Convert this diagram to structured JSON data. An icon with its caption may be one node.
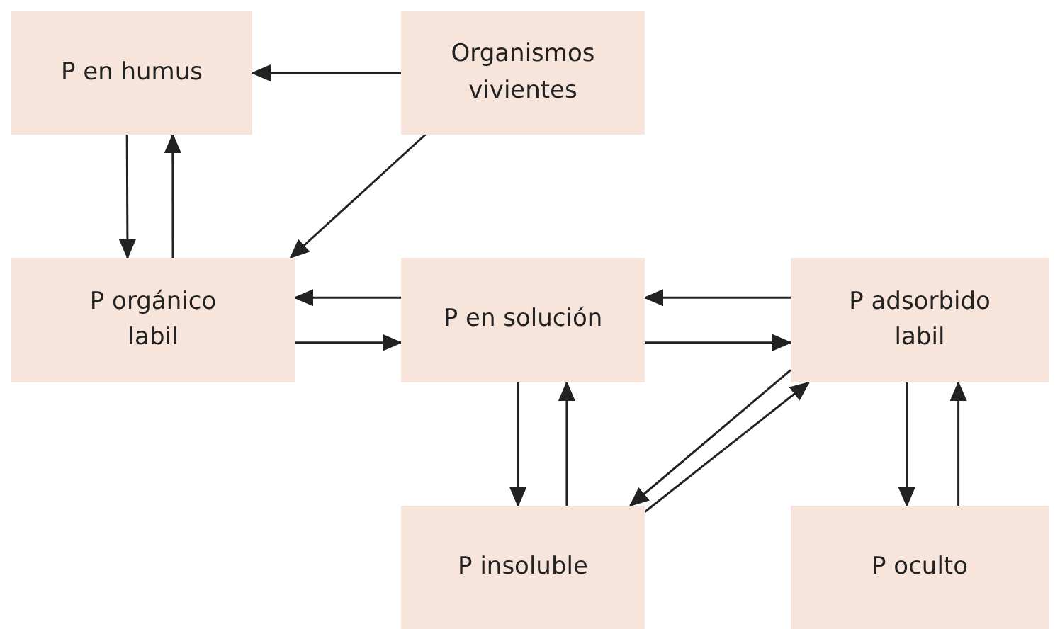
{
  "diagram": {
    "nodes": [
      {
        "text": [
          "P en humus"
        ]
      },
      {
        "text": [
          "Organismos vivientes"
        ]
      },
      {
        "text": [
          "P orgánico labil"
        ]
      },
      {
        "text": [
          "P en solución"
        ]
      },
      {
        "text": [
          "P adsorbido labil"
        ]
      },
      {
        "text": [
          "P insoluble"
        ]
      },
      {
        "text": [
          "P oculto"
        ]
      }
    ],
    "edges": [
      {
        "from": 1,
        "to": 0,
        "arrow": "to"
      },
      {
        "from": 0,
        "to": 2,
        "arrow": "to"
      },
      {
        "from": 2,
        "to": 0,
        "arrow": "to"
      },
      {
        "from": 1,
        "to": 2,
        "arrow": "to"
      },
      {
        "from": 3,
        "to": 2,
        "arrow": "to"
      },
      {
        "from": 2,
        "to": 3,
        "arrow": "to"
      },
      {
        "from": 4,
        "to": 3,
        "arrow": "to"
      },
      {
        "from": 3,
        "to": 4,
        "arrow": "to"
      },
      {
        "from": 3,
        "to": 5,
        "arrow": "to"
      },
      {
        "from": 5,
        "to": 3,
        "arrow": "to"
      },
      {
        "from": 4,
        "to": 5,
        "arrow": "to"
      },
      {
        "from": 5,
        "to": 4,
        "arrow": "to"
      },
      {
        "from": 4,
        "to": 6,
        "arrow": "to"
      },
      {
        "from": 6,
        "to": 4,
        "arrow": "to"
      }
    ]
  }
}
